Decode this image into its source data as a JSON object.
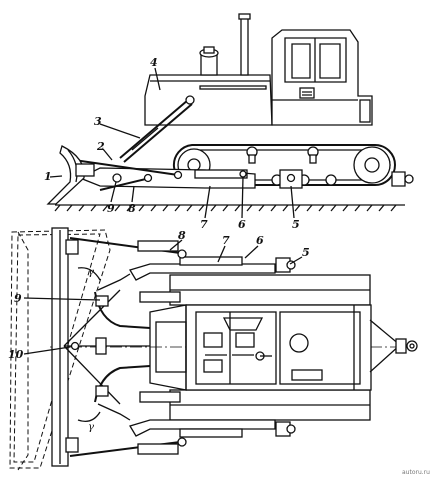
{
  "labels": {
    "l1": "1",
    "l2": "2",
    "l3": "3",
    "l4": "4",
    "l5": "5",
    "l6": "6",
    "l7": "7",
    "l8": "8",
    "l9": "9",
    "l5b": "5",
    "l6b": "6",
    "l7b": "7",
    "l8b": "8",
    "l9b": "9",
    "l10b": "10"
  },
  "angle_symbol": "γ",
  "watermark": "autoru.ru"
}
